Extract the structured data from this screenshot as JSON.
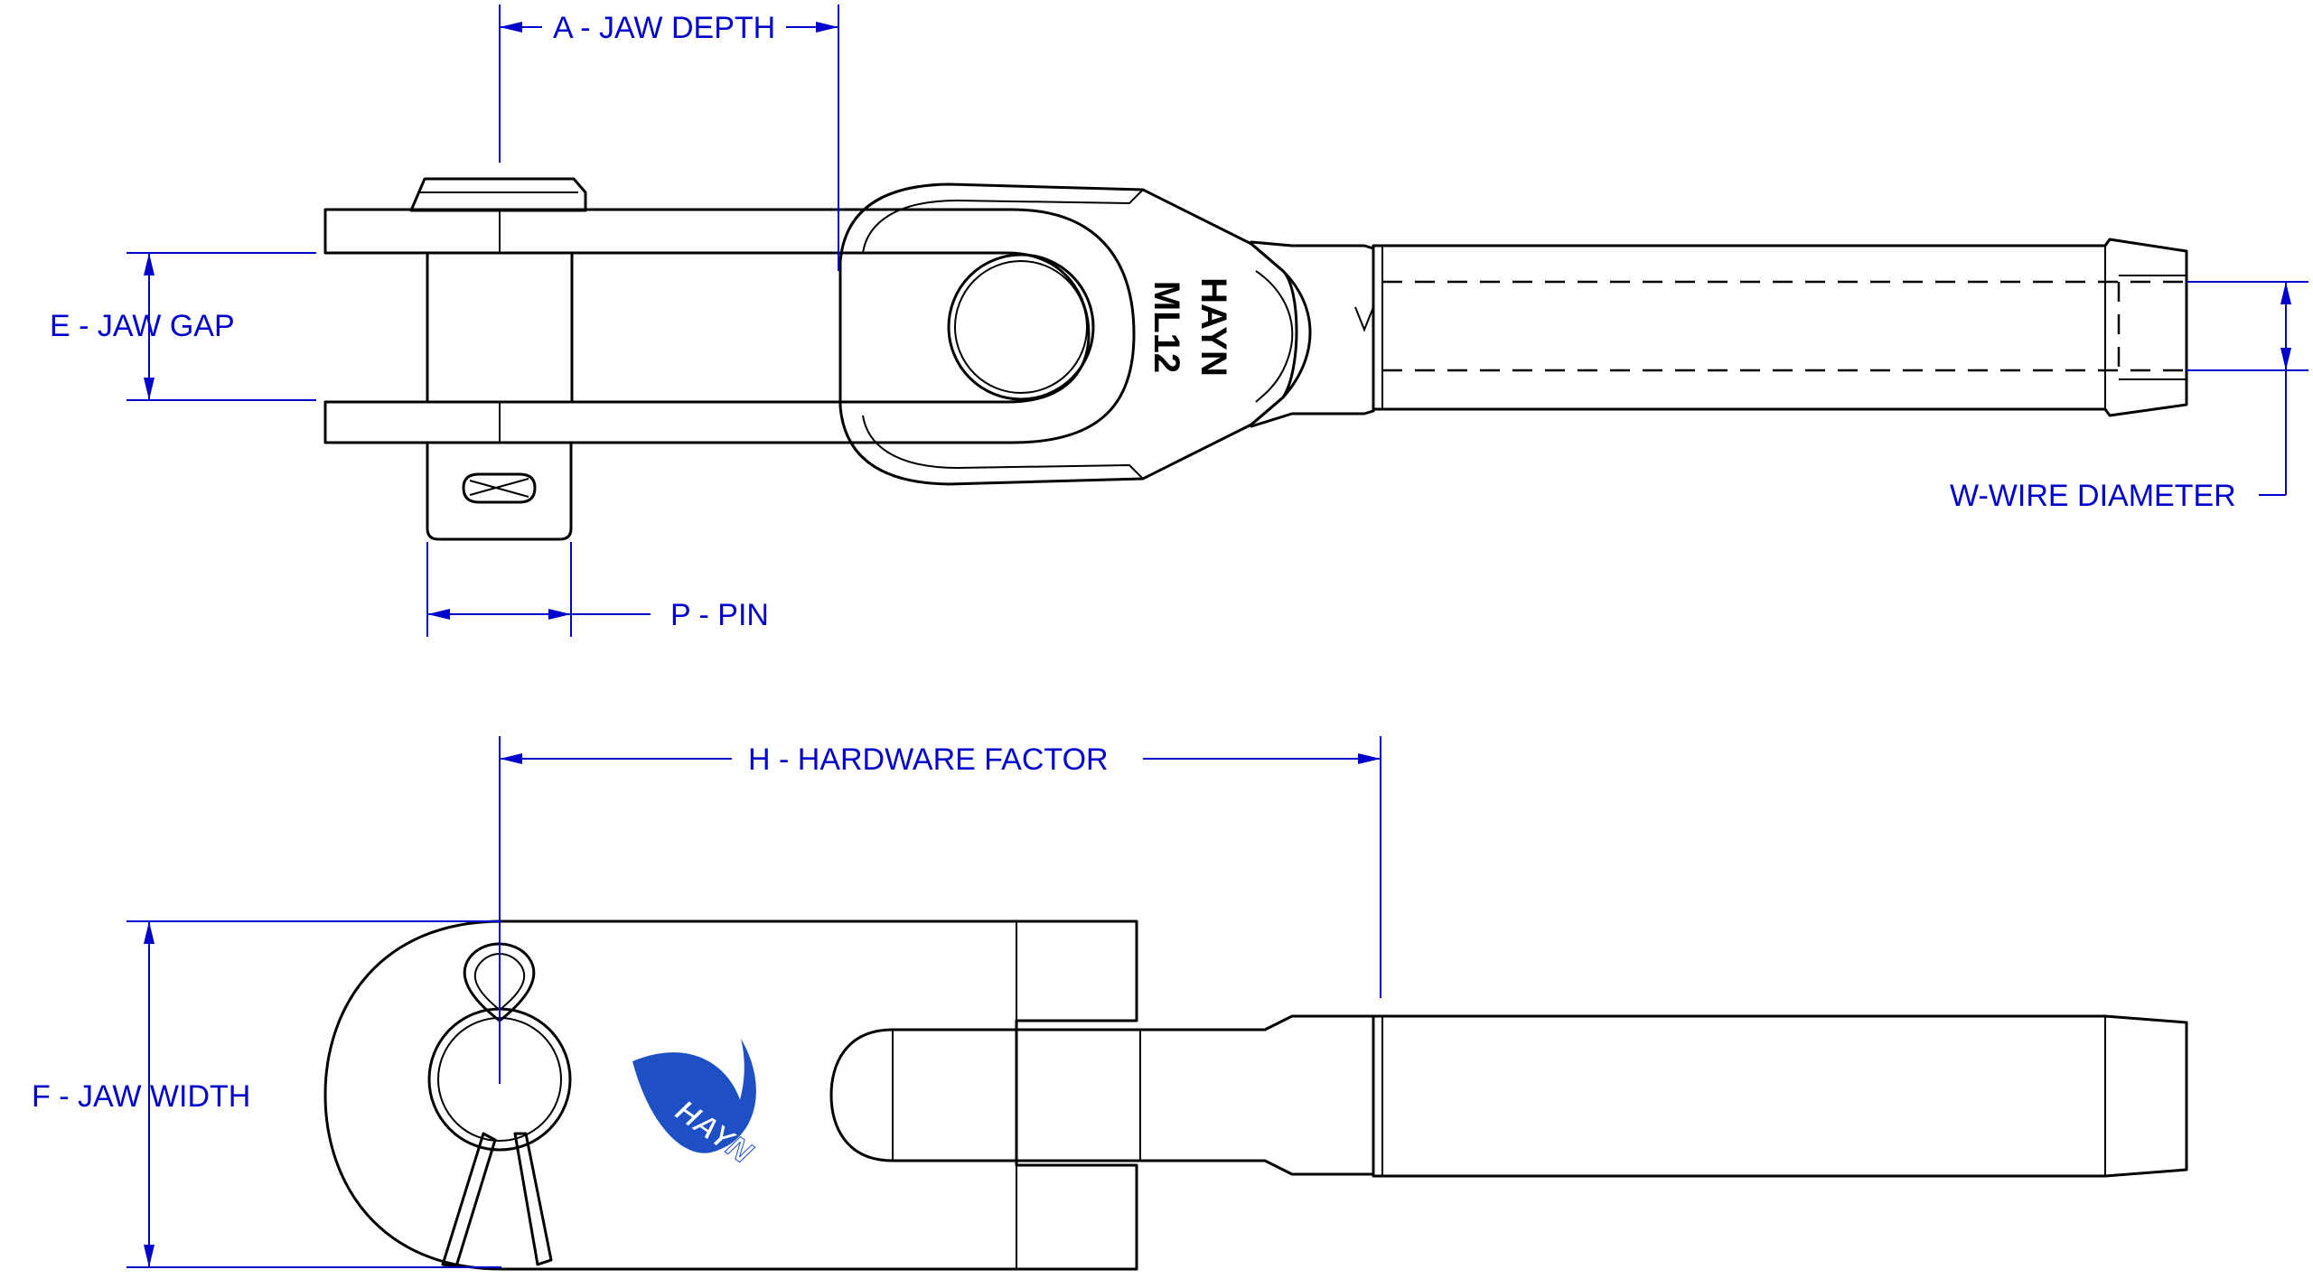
{
  "dimensions": {
    "jaw_depth": "A - JAW DEPTH",
    "jaw_gap": "E - JAW GAP",
    "wire_diameter": "W-WIRE DIAMETER",
    "pin": "P - PIN",
    "hardware_factor": "H - HARDWARE FACTOR",
    "jaw_width": "F - JAW WIDTH"
  },
  "stamp": {
    "line1": "ML12",
    "line2": "HAYN"
  },
  "logo": {
    "text": "HAYN",
    "icon": "hayn-wave-logo-icon"
  },
  "colors": {
    "dimension": "#0000cc",
    "part": "#000000",
    "logo": "#1f4fc4"
  }
}
